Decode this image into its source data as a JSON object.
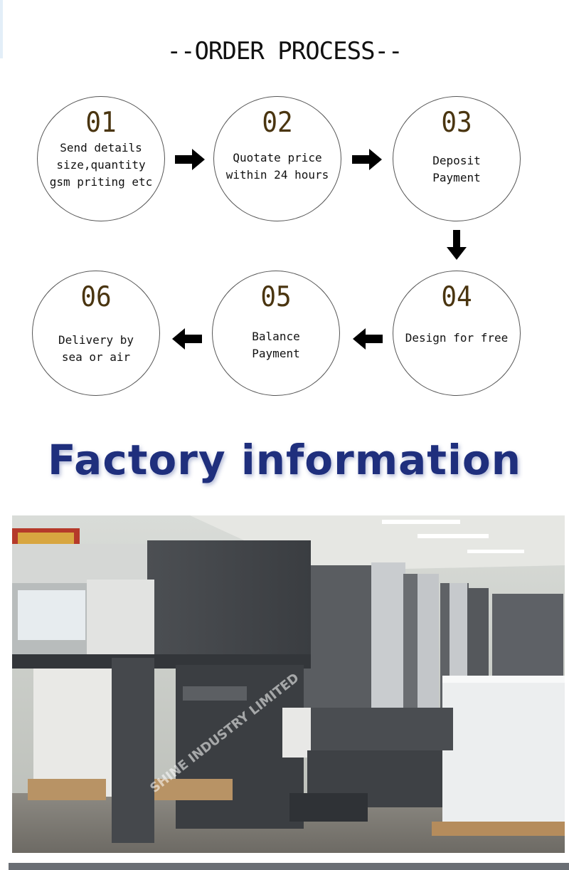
{
  "order_process": {
    "title": "--ORDER PROCESS--",
    "steps": [
      {
        "num": "01",
        "text": "Send details\nsize,quantity\ngsm priting etc"
      },
      {
        "num": "02",
        "text": "Quotate price\nwithin 24 hours"
      },
      {
        "num": "03",
        "text": "Deposit\nPayment"
      },
      {
        "num": "04",
        "text": "Design for free"
      },
      {
        "num": "05",
        "text": "Balance\nPayment"
      },
      {
        "num": "06",
        "text": "Delivery by\nsea or air"
      }
    ]
  },
  "factory": {
    "title": "Factory information",
    "watermark": "SHINE INDUSTRY LIMITED"
  },
  "colors": {
    "factory_title": "#1f2f7d",
    "number": "#4a3510"
  },
  "icons": [
    "arrow-right-icon",
    "arrow-down-icon",
    "arrow-left-icon"
  ]
}
